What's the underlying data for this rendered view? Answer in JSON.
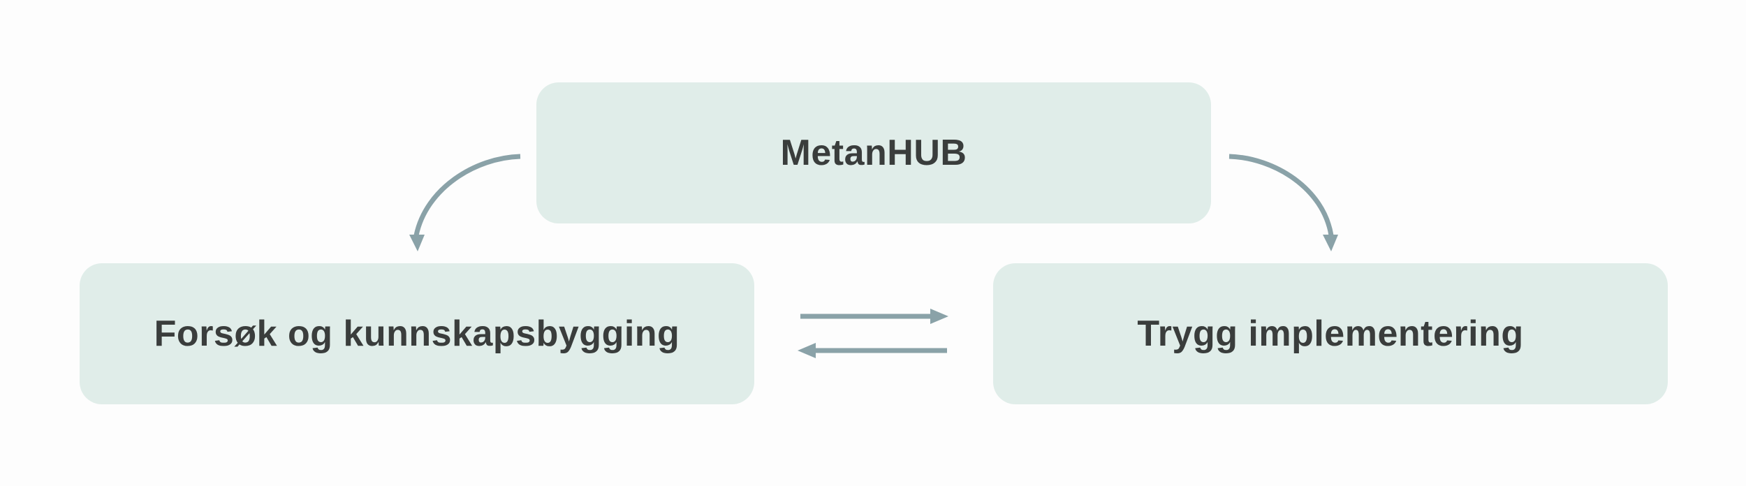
{
  "nodes": {
    "top": "MetanHUB",
    "left": "Forsøk og kunnskapsbygging",
    "right": "Trygg implementering"
  },
  "colors": {
    "node_fill": "#e0ede9",
    "text": "#3a3d3c",
    "arrow": "#8aa2a8"
  }
}
